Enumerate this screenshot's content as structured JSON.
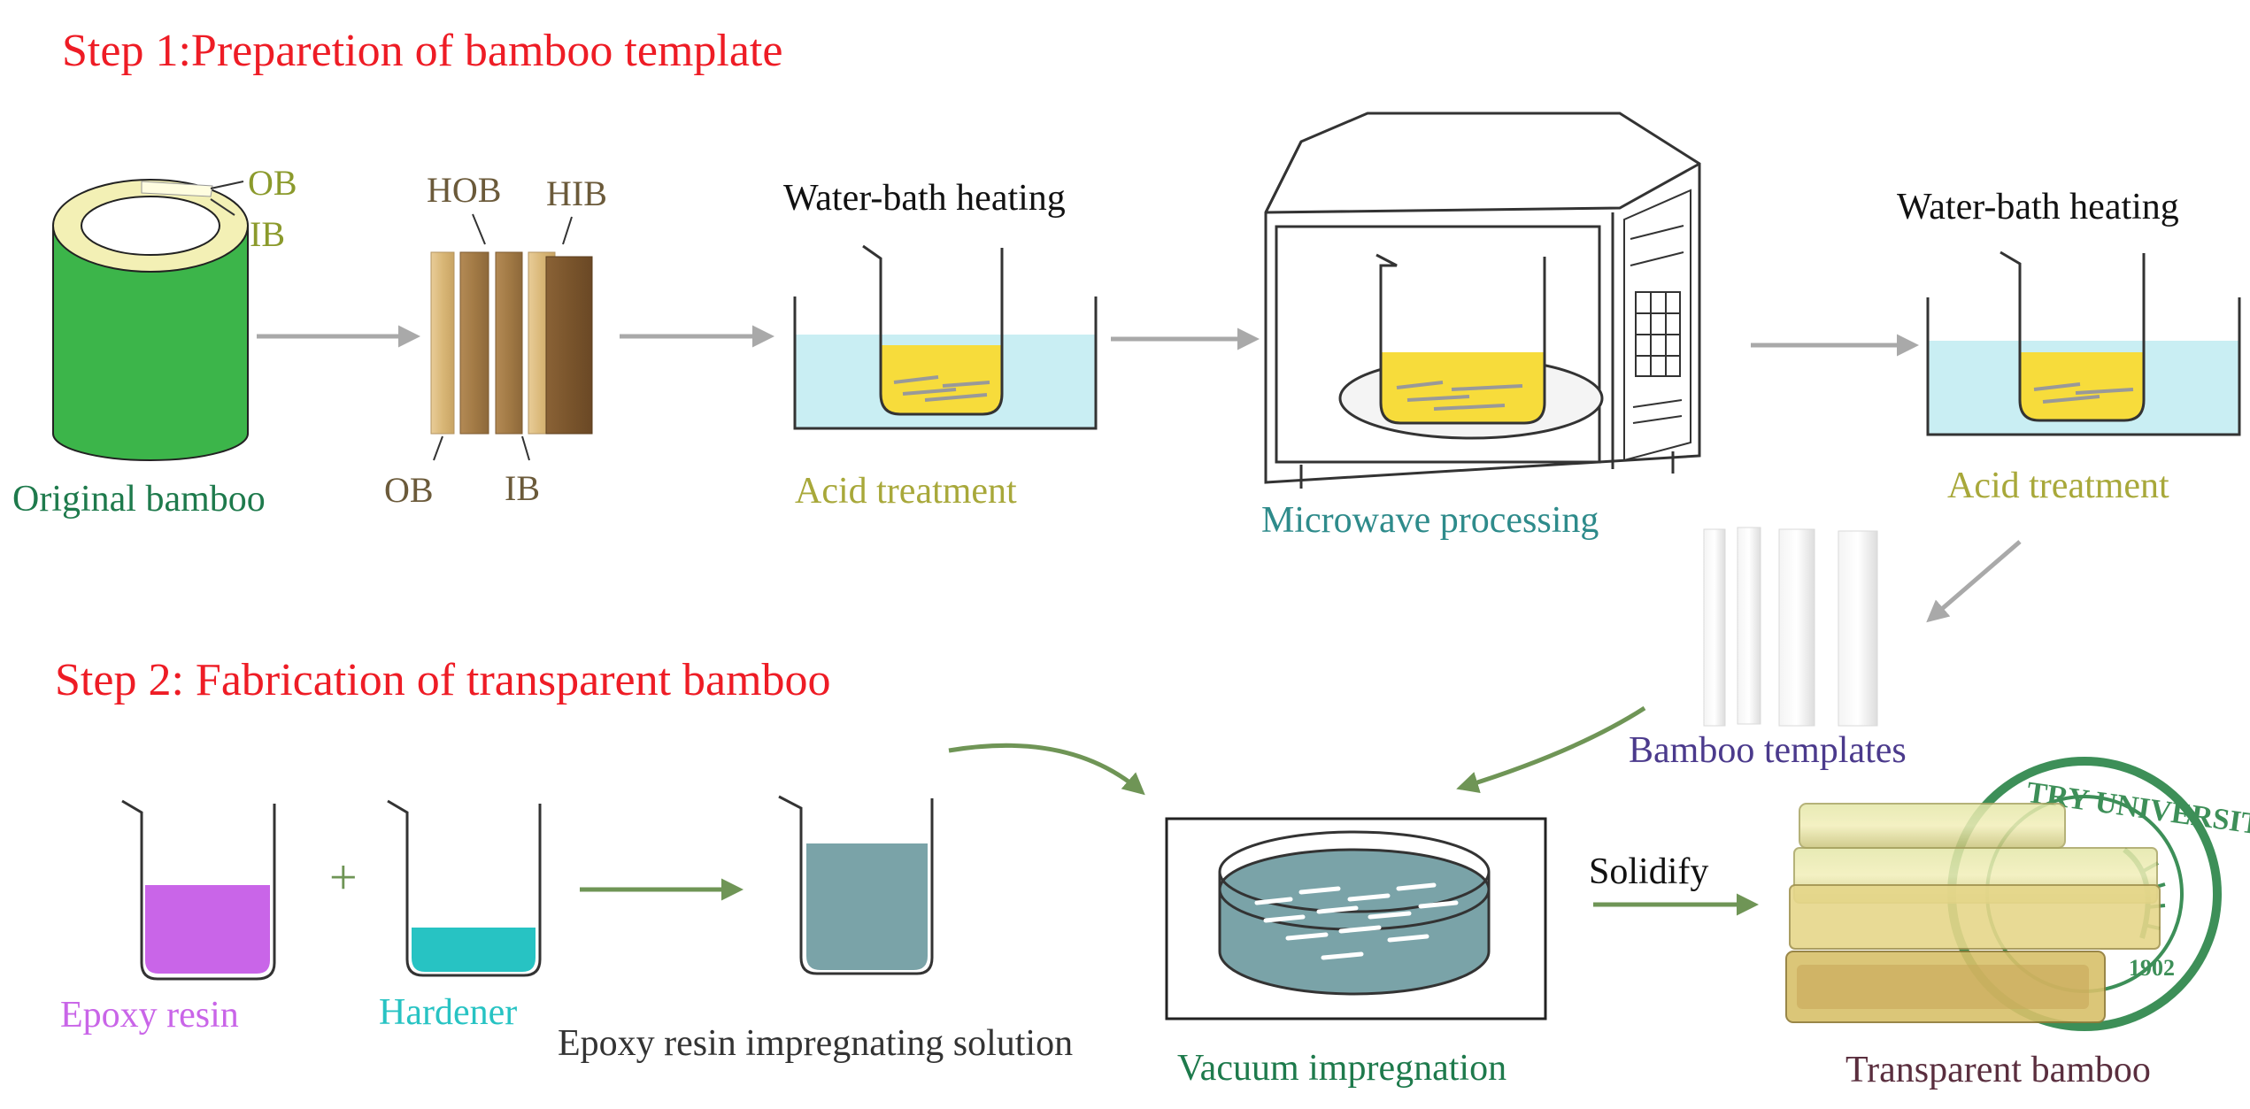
{
  "step1": {
    "title": "Step 1:Preparetion of bamboo template"
  },
  "step2": {
    "title": "Step 2: Fabrication of transparent bamboo"
  },
  "labels": {
    "ob_top": "OB",
    "ib_top": "IB",
    "hob": "HOB",
    "hib": "HIB",
    "ob_bottom": "OB",
    "ib_bottom": "IB",
    "original_bamboo": "Original bamboo",
    "water_bath_1": "Water-bath heating",
    "acid_treatment_1": "Acid treatment",
    "microwave": "Microwave processing",
    "water_bath_2": "Water-bath heating",
    "acid_treatment_2": "Acid treatment",
    "bamboo_templates": "Bamboo templates",
    "plus": "+",
    "epoxy_resin": "Epoxy resin",
    "hardener": "Hardener",
    "impregnating_solution": "Epoxy resin impregnating solution",
    "vacuum_impregnation": "Vacuum impregnation",
    "solidify": "Solidify",
    "transparent_bamboo": "Transparent bamboo",
    "seal_text": "TRY UNIVERSITY",
    "seal_year": "1902"
  },
  "colors": {
    "title_red": "#ee1c25",
    "bamboo_green": "#3cb54a",
    "olive": "#8b9a2c",
    "brown_label": "#6b5a3a",
    "teal_label": "#2e8b8b",
    "acid_label": "#a8a83a",
    "purple_label": "#4b3a8c",
    "magenta": "#c965e8",
    "cyan": "#27c3c3",
    "resin_blue": "#7aa3a8",
    "arrow_grey": "#a9a9a9",
    "arrow_green": "#6f9556",
    "water": "#c9eef3",
    "acid_yellow": "#f7dc3b"
  }
}
